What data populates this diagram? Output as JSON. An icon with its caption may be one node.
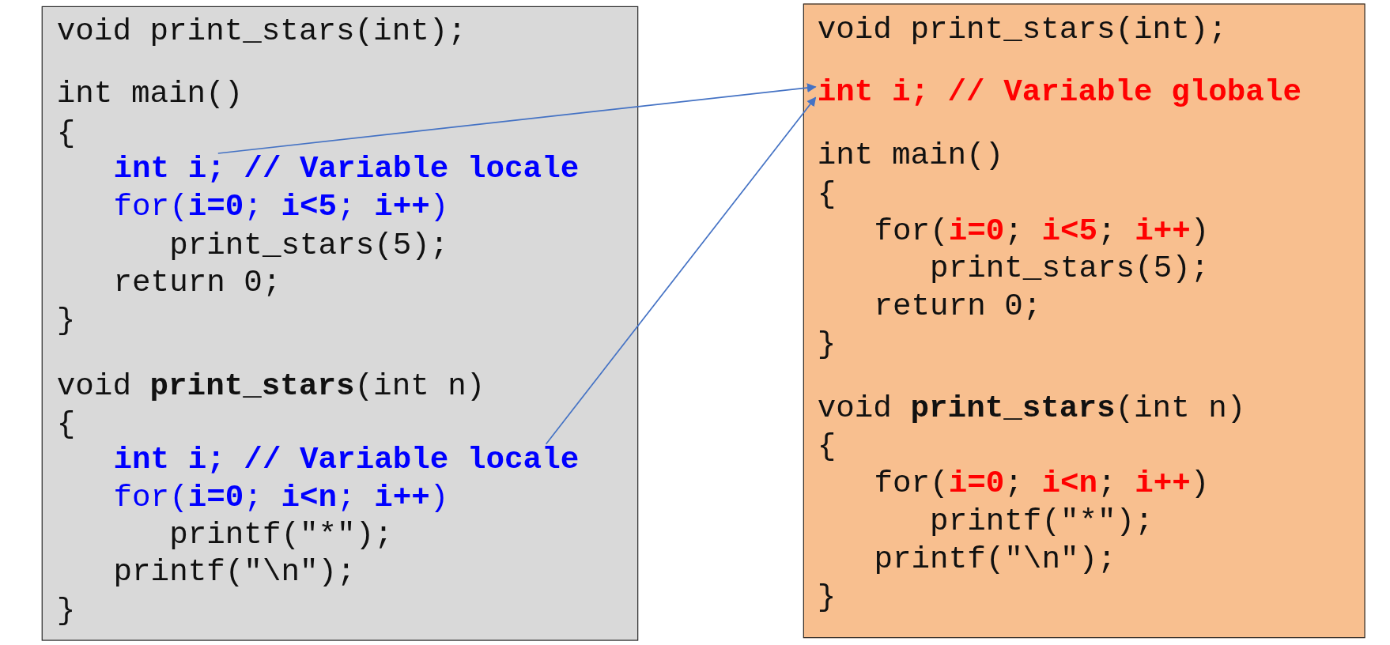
{
  "diagram": {
    "nodes": [
      {
        "text": [],
        "shape": "box"
      },
      {
        "text": [
          "int i; // Variable locale"
        ],
        "in": 0
      },
      {
        "text": [
          "int i; // Variable locale"
        ],
        "in": 0
      },
      {
        "text": [],
        "shape": "box"
      },
      {
        "text": [
          "int i; // Variable globale"
        ],
        "in": 3
      }
    ],
    "edges": [
      {
        "from": 1,
        "to": 4,
        "arrow": "to"
      },
      {
        "from": 2,
        "to": 4,
        "arrow": "to"
      }
    ],
    "labels": [
      "void print_stars(int);",
      "int main()",
      "{",
      "for(**i=0**; **i<5**; **i++**)",
      "print_stars(5);",
      "return 0;",
      "}",
      "void **print_stars**(int n)",
      "{",
      "for(**i=0**; **i<n**; **i++**)",
      "printf(\"*\");",
      "printf(\"\\n\");",
      "}",
      "void print_stars(int);",
      "int main()",
      "{",
      "for(**i=0**; **i<5**; **i++**)",
      "print_stars(5);",
      "return 0;",
      "}",
      "void **print_stars**(int n)",
      "{",
      "for(**i=0**; **i<n**; **i++**)",
      "printf(\"*\");",
      "printf(\"\\n\");",
      "}"
    ]
  }
}
